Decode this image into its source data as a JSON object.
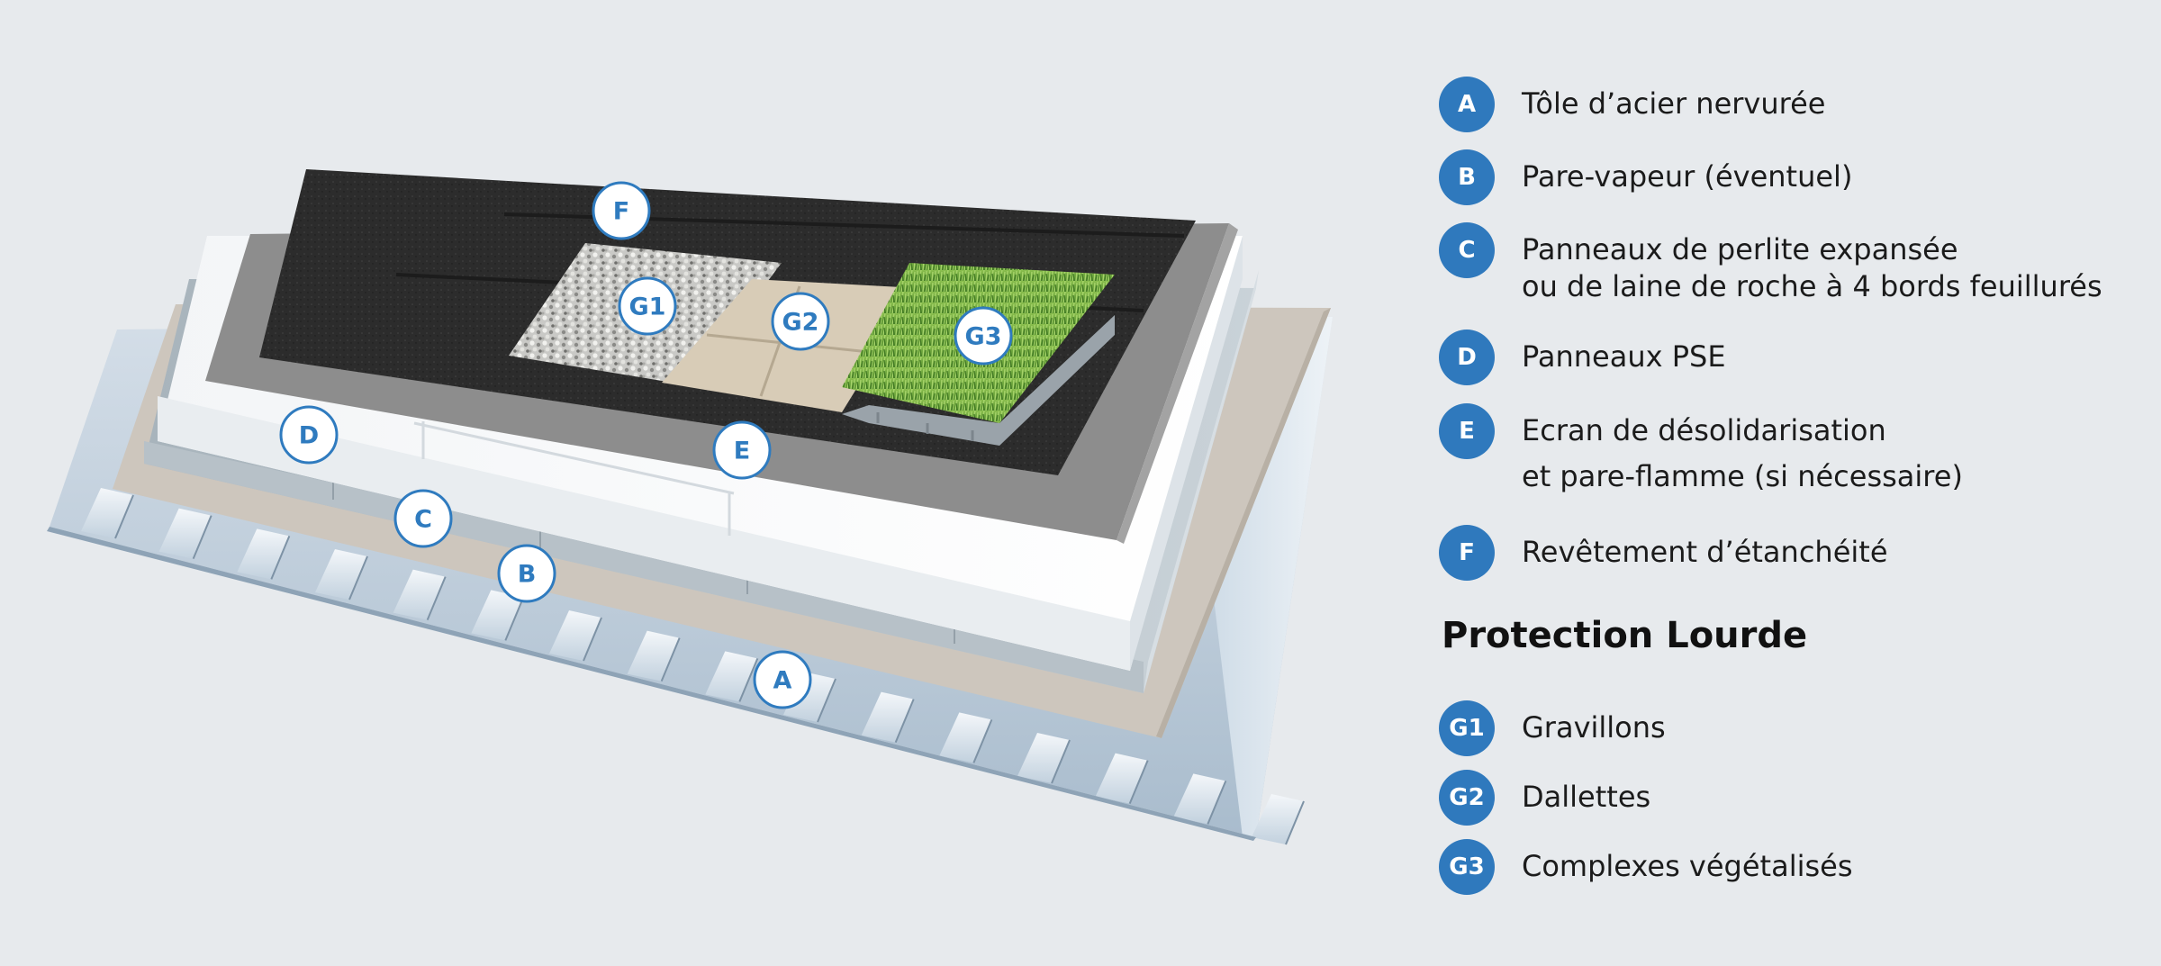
{
  "markers": {
    "A": "A",
    "B": "B",
    "C": "C",
    "D": "D",
    "E": "E",
    "F": "F",
    "G1": "G1",
    "G2": "G2",
    "G3": "G3"
  },
  "legend": {
    "layers": [
      {
        "badge": "A",
        "lines": [
          "Tôle d’acier nervurée"
        ]
      },
      {
        "badge": "B",
        "lines": [
          "Pare-vapeur (éventuel)"
        ]
      },
      {
        "badge": "C",
        "lines": [
          "Panneaux de perlite expansée",
          "ou de laine de roche à 4 bords feuillurés"
        ]
      },
      {
        "badge": "D",
        "lines": [
          "Panneaux PSE"
        ]
      },
      {
        "badge": "E",
        "lines": [
          "Ecran de désolidarisation",
          "et pare-flamme (si nécessaire)"
        ]
      },
      {
        "badge": "F",
        "lines": [
          "Revêtement d’étanchéité"
        ]
      }
    ],
    "protection_title": "Protection Lourde",
    "protection": [
      {
        "badge": "G1",
        "lines": [
          "Gravillons"
        ]
      },
      {
        "badge": "G2",
        "lines": [
          "Dallettes"
        ]
      },
      {
        "badge": "G3",
        "lines": [
          "Complexes végétalisés"
        ]
      }
    ]
  },
  "colors": {
    "badge": "#2f79bd",
    "background": "#e7eaed",
    "membrane": "#2a2a2a",
    "grass": "#6ba23c"
  }
}
